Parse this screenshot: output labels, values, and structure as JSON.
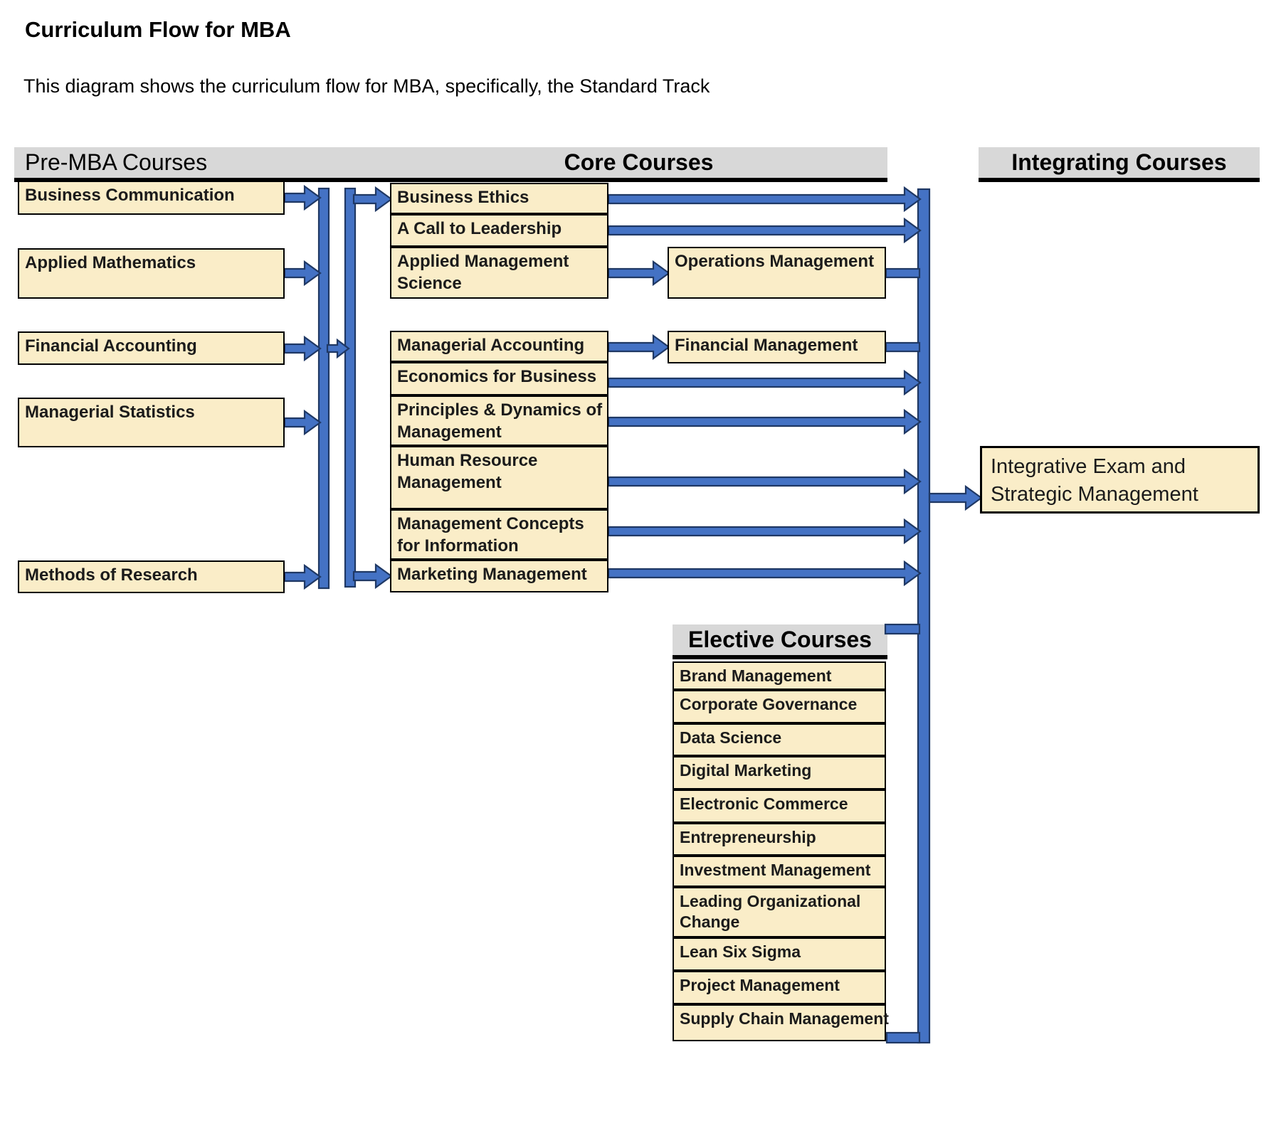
{
  "title": "Curriculum Flow for MBA",
  "subtitle": "This diagram shows the curriculum flow for MBA, specifically, the Standard Track",
  "sections": {
    "pre_mba": {
      "header": "Pre-MBA Courses",
      "courses": [
        "Business Communication",
        "Applied Mathematics",
        "Financial Accounting",
        "Managerial Statistics",
        "Methods of Research"
      ]
    },
    "core": {
      "header": "Core Courses",
      "courses": [
        "Business Ethics",
        "A Call to Leadership",
        "Applied Management Science",
        "Managerial Accounting",
        "Economics for Business",
        "Principles & Dynamics of Management",
        "Human Resource Management",
        "Management Concepts for Information",
        "Marketing Management"
      ],
      "second_level": [
        "Operations Management",
        "Financial Management"
      ]
    },
    "elective": {
      "header": "Elective Courses",
      "courses": [
        "Brand Management",
        "Corporate Governance",
        "Data Science",
        "Digital Marketing",
        "Electronic Commerce",
        "Entrepreneurship",
        "Investment Management",
        "Leading Organizational Change",
        "Lean Six Sigma",
        "Project Management",
        "Supply Chain Management"
      ]
    },
    "integrating": {
      "header": "Integrating Courses",
      "courses": [
        "Integrative Exam and Strategic Management"
      ]
    }
  },
  "colors": {
    "box_fill": "#FAEDC8",
    "header_bg": "#D8D8D8",
    "arrow_fill": "#4472C4",
    "arrow_stroke": "#1F3864"
  }
}
